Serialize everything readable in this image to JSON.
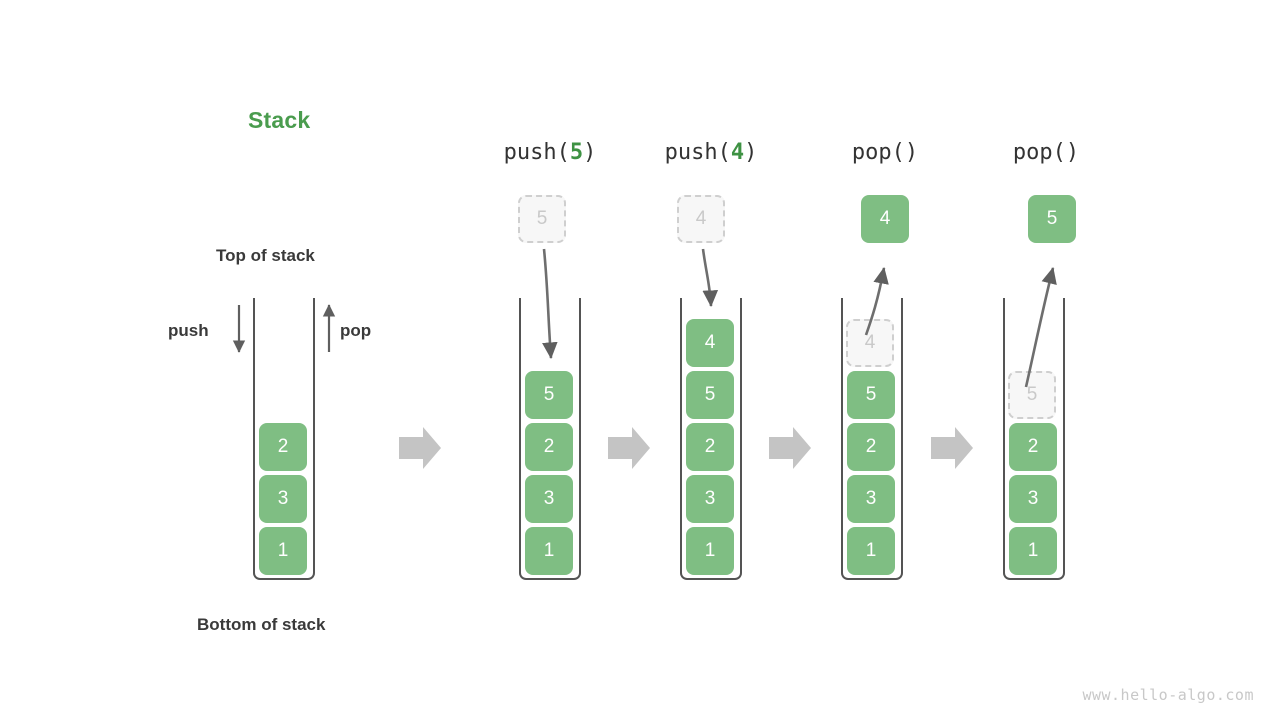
{
  "diagram": {
    "title": "Stack",
    "title_color": "#4a9c4e",
    "block_color": "#7fbe83",
    "ghost_color": "#f7f7f7",
    "arrow_color": "#5f5f5f",
    "separator_color": "#c4c4c4",
    "background": "#ffffff",
    "watermark": "www.hello-algo.com"
  },
  "annotations": {
    "top_of_stack": "Top of stack",
    "bottom_of_stack": "Bottom of stack",
    "push": "push",
    "pop": "pop"
  },
  "panels": [
    {
      "id": "initial",
      "caption": "",
      "caption_arg": "",
      "stack": [
        "2",
        "3",
        "1"
      ],
      "ghost_in_stack": null,
      "incoming": null,
      "outgoing": null
    },
    {
      "id": "push-5",
      "caption_prefix": "push(",
      "caption_arg": "5",
      "caption_suffix": ")",
      "stack": [
        "5",
        "2",
        "3",
        "1"
      ],
      "ghost_in_stack": null,
      "incoming": "5",
      "outgoing": null
    },
    {
      "id": "push-4",
      "caption_prefix": "push(",
      "caption_arg": "4",
      "caption_suffix": ")",
      "stack": [
        "4",
        "5",
        "2",
        "3",
        "1"
      ],
      "ghost_in_stack": null,
      "incoming": "4",
      "outgoing": null
    },
    {
      "id": "pop-1",
      "caption_prefix": "pop(",
      "caption_arg": "",
      "caption_suffix": ")",
      "stack": [
        "5",
        "2",
        "3",
        "1"
      ],
      "ghost_in_stack": "4",
      "incoming": null,
      "outgoing": "4"
    },
    {
      "id": "pop-2",
      "caption_prefix": "pop(",
      "caption_arg": "",
      "caption_suffix": ")",
      "stack": [
        "2",
        "3",
        "1"
      ],
      "ghost_in_stack": "5",
      "incoming": null,
      "outgoing": "5"
    }
  ],
  "separators": [
    "arrow-right",
    "arrow-right",
    "arrow-right",
    "arrow-right"
  ]
}
